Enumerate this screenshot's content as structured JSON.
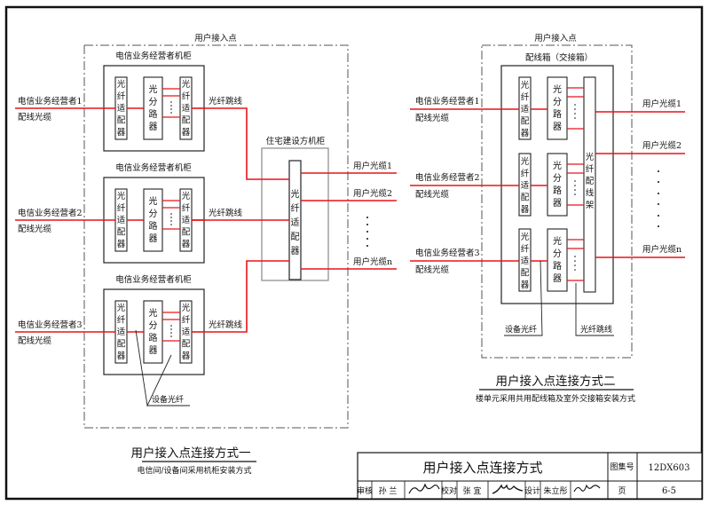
{
  "colors": {
    "fiber": "#e8141a",
    "line": "#222222",
    "dash": "#555555",
    "box_gray": "#888888"
  },
  "diagram1": {
    "access_point_label": "用户接入点",
    "operator_cabinet_label": "电信业务经营者机柜",
    "operators": [
      {
        "name": "电信业务经营者1",
        "cable": "配线光缆"
      },
      {
        "name": "电信业务经营者2",
        "cable": "配线光缆"
      },
      {
        "name": "电信业务经营者3",
        "cable": "配线光缆"
      }
    ],
    "fiber_adapter_chars": [
      "光",
      "纤",
      "适",
      "配",
      "器"
    ],
    "splitter_chars": [
      "光",
      "分",
      "路",
      "器"
    ],
    "patch_cord_label": "光纤跳线",
    "equipment_fiber_label": "设备光纤",
    "builder_cabinet_label": "住宅建设方机柜",
    "user_cables": [
      "用户光缆1",
      "用户光缆2",
      "用户光缆n"
    ],
    "caption_title": "用户接入点连接方式一",
    "caption_sub": "电信间/设备间采用机柜安装方式"
  },
  "diagram2": {
    "access_point_label": "用户接入点",
    "box_label": "配线箱（交接箱）",
    "operators": [
      {
        "name": "电信业务经营者1",
        "cable": "配线光缆"
      },
      {
        "name": "电信业务经营者2",
        "cable": "配线光缆"
      },
      {
        "name": "电信业务经营者3",
        "cable": "配线光缆"
      }
    ],
    "fiber_adapter_chars": [
      "光",
      "纤",
      "适",
      "配",
      "器"
    ],
    "splitter_chars": [
      "光",
      "分",
      "路",
      "器"
    ],
    "distribution_frame_chars": [
      "光",
      "纤",
      "配",
      "线",
      "架"
    ],
    "user_cables": [
      "用户光缆1",
      "用户光缆2",
      "用户光缆n"
    ],
    "equipment_fiber_label": "设备光纤",
    "patch_cord_label": "光纤跳线",
    "caption_title": "用户接入点连接方式二",
    "caption_sub": "楼单元采用共用配线箱及室外交接箱安装方式"
  },
  "title_block": {
    "title": "用户接入点连接方式",
    "atlas_label": "图集号",
    "atlas_no": "12DX603",
    "review_label": "审核",
    "reviewer": "孙 兰",
    "check_label": "校对",
    "checker": "张 宜",
    "design_label": "设计",
    "designer": "朱立彤",
    "page_label": "页",
    "page_no": "6-5"
  }
}
